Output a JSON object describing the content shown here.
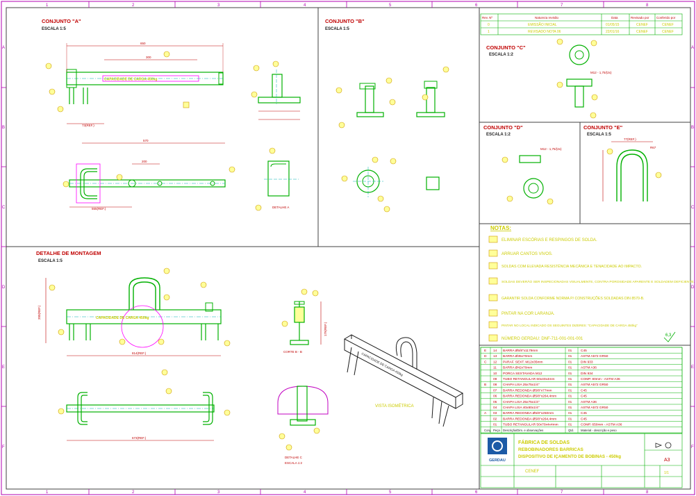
{
  "grid": {
    "cols": [
      "1",
      "2",
      "3",
      "4",
      "5",
      "6",
      "7",
      "8"
    ],
    "rows": [
      "A",
      "B",
      "C",
      "D",
      "E",
      "F"
    ]
  },
  "views": {
    "conjunto_a": {
      "title": "CONJUNTO \"A\"",
      "scale": "ESCALA 1:5"
    },
    "conjunto_b": {
      "title": "CONJUNTO \"B\"",
      "scale": "ESCALA 1:5"
    },
    "conjunto_c": {
      "title": "CONJUNTO \"C\"",
      "scale": "ESCALA 1:2"
    },
    "conjunto_d": {
      "title": "CONJUNTO \"D\"",
      "scale": "ESCALA 1:2"
    },
    "conjunto_e": {
      "title": "CONJUNTO \"E\"",
      "scale": "ESCALA 1:5"
    },
    "detalhe_montagem": {
      "title": "DETALHE DE MONTAGEM",
      "scale": "ESCALA 1:5"
    },
    "detalhe_a": "DETALHE A",
    "corte_bb": "CORTE B - B",
    "detalhe_c": {
      "title": "DETALHE C",
      "scale": "ESCALA 1:2"
    },
    "vista_isometrica": "VISTA ISOMÉTRICA",
    "stencil_text": "CAPACIDADE DE CARGA 450kg"
  },
  "revisions": {
    "headers": [
      "Rev. Nº",
      "Natureza revisão",
      "Data",
      "Revisado por",
      "Conferido por"
    ],
    "rows": [
      [
        "0",
        "EMISSÃO INICIAL",
        "01/05/15",
        "CENEF",
        "CENEF"
      ],
      [
        "1",
        "REVISADO NOTA 06",
        "22/01/16",
        "CENEF",
        "CENEF"
      ]
    ]
  },
  "notes": {
    "title": "NOTAS:",
    "items": [
      "ELIMINAR ESCÓRIAS E RESPINGOS DE SOLDA.",
      "ARRUAR CANTOS VIVOS.",
      "SOLDAS COM ELEVADA RESISTÊNCIA MECÂNICA E TENACIDADE AO IMPACTO.",
      "SOLDAS DEVERÃO SER INSPECIONADAS VISUALMENTE, CONTRA POROSIDADE APARENTE E SOLDADEM DEFICIENTE.",
      "GARANTIR SOLDA CONFORME NORMA P/ CONSTRUÇÕES SOLDADAS DIN 8570-B.",
      "PINTAR NA COR LARANJA.",
      "PINTAR NO LOCAL INDICADO OS SEGUINTES DIZERES: \"CAPACIDADE DE CARGA 450kg\"",
      "NÚMERO GERDAU: DNF-711-001-001-001"
    ]
  },
  "surface_mark": "6,3",
  "bom": {
    "headers": [
      "Conj.",
      "Peça",
      "Descrição/Dim. e observações",
      "Qtd.",
      "Material - descrição e peso"
    ],
    "rows": [
      [
        "E",
        "14",
        "BARRA Ø5/8\"x1179mm",
        "01",
        "C45"
      ],
      [
        "D",
        "13",
        "BARRA Ø35x70mm",
        "01",
        "ASTM A572 GR50"
      ],
      [
        "C",
        "12",
        "PARAF. SEXT. M12x35mm",
        "01",
        "DIN 933"
      ],
      [
        "",
        "11",
        "BARRA Ø42x70mm",
        "01",
        "ASTM A36"
      ],
      [
        "",
        "10",
        "PORCA SEXTAVADA M12",
        "01",
        "DIN 934"
      ],
      [
        "",
        "09",
        "TUBO RETANGULAR 60x40x4mm",
        "01",
        "COMP. 80mm - ASTM A36"
      ],
      [
        "B",
        "08",
        "CHAPA LISA 25x75x1/4\"",
        "01",
        "ASTM A572 GR50"
      ],
      [
        "",
        "07",
        "BARRA REDONDA Ø5/8\"x77mm",
        "01",
        "C45"
      ],
      [
        "",
        "06",
        "BARRA REDONDA Ø5/8\"x264,4mm",
        "01",
        "C45"
      ],
      [
        "",
        "05",
        "CHAPA LISA 25x75x1/4\"",
        "01",
        "ASTM A36"
      ],
      [
        "",
        "04",
        "CHAPA LISA 40x80x1/4\"",
        "01",
        "ASTM A572 GR50"
      ],
      [
        "A",
        "03",
        "BARRA REDONDA Ø5/8\"x250mm",
        "01",
        "C45"
      ],
      [
        "",
        "02",
        "BARRA REDONDA Ø5/8\"x264,4mm",
        "01",
        "C45"
      ],
      [
        "",
        "01",
        "TUBO RETANGULAR 50x70x4x4mm",
        "01",
        "COMP. 650mm - ASTM A36"
      ]
    ]
  },
  "title_block": {
    "logo_text": "GERDAU",
    "line1": "FÁBRICA DE SOLDAS",
    "line2": "REBOBINADORES BARRICAS",
    "line3": "DISPOSITIVO DE IÇAMENTO DE BOBINAS - 450kg",
    "designer": "CENEF",
    "format": "A3",
    "sheet": "1/1"
  },
  "dims": {
    "a_len": "650",
    "a_sub": "300",
    "a_offset": "73(REF.)",
    "a_lower_len": "570",
    "a_lower_sub": "200",
    "a_lower_ref": "555(REF.)",
    "montagem_len": "814(REF.)",
    "montagem_bottom": "673(REF.)",
    "montagem_h": "200(REF.)",
    "corte_h": "179(REF.)",
    "e_top": "77(REF.)",
    "e_r": "R67",
    "c_thread": "M12 - 1,75/(2x)",
    "d_thread": "M12 - 1,75/(2x)"
  },
  "colors": {
    "frame": "#b000b0",
    "geometry": "#00b000",
    "dimension": "#c00000",
    "notes": "#cccc00",
    "accent_cyan": "#00b0b0"
  }
}
